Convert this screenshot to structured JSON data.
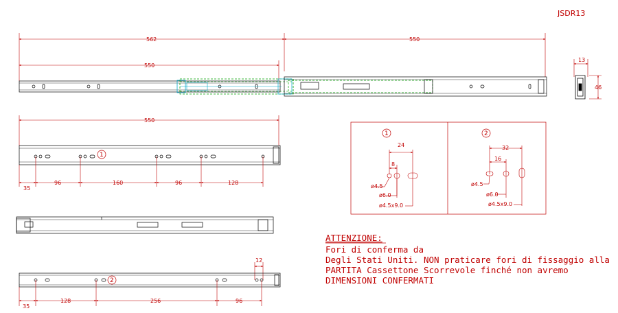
{
  "drawing_code": "JSDR13",
  "colors": {
    "dimension": "#c00000",
    "part_outline": "#000000",
    "slide_highlight": "#00a000",
    "slide_cyan": "#00a8c8"
  },
  "assembled_view": {
    "dim_overall_left": "562",
    "dim_overall_right": "550",
    "dim_closed_length": "550"
  },
  "end_view": {
    "dim_width": "13",
    "dim_height": "46"
  },
  "rail_1": {
    "dim_length": "550",
    "marker": "1",
    "dims": [
      "35",
      "96",
      "160",
      "96",
      "128"
    ]
  },
  "rail_2": {
    "marker": "2",
    "dim_slot": "12",
    "dims": [
      "35",
      "128",
      "256",
      "96"
    ]
  },
  "hole_detail": {
    "panel_1": {
      "marker": "1",
      "dim_top": "24",
      "dim_spacing": "8",
      "hole_a": "ø4.5",
      "hole_b": "ø6.0",
      "slot": "ø4.5x9.0"
    },
    "panel_2": {
      "marker": "2",
      "dim_top": "32",
      "dim_spacing": "16",
      "hole_a": "ø4.5",
      "hole_b": "ø6.0",
      "slot": "ø4.5x9.0"
    }
  },
  "notes": {
    "heading": "ATTENZIONE:",
    "line1": "Fori di conferma da",
    "line2": "Degli Stati Uniti. NON praticare fori di fissaggio alla",
    "line3": "PARTITA Cassettone Scorrevole finché non avremo",
    "line4": "DIMENSIONI CONFERMATI"
  }
}
